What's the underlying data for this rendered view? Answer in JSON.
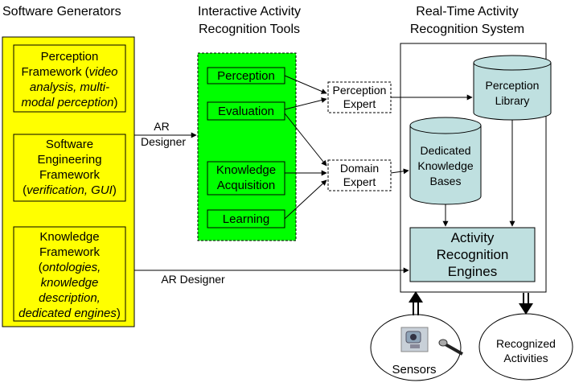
{
  "colors": {
    "software_generators_fill": "#ffff00",
    "tools_fill": "#00ff00",
    "engine_fill": "#bfe0e0",
    "cylinder_fill": "#bfe0e0"
  },
  "headers": {
    "software_generators": "Software Generators",
    "tools_line1": "Interactive Activity",
    "tools_line2": "Recognition Tools",
    "system_line1": "Real-Time Activity",
    "system_line2": "Recognition System"
  },
  "generators": {
    "perception": {
      "line1": "Perception",
      "line2": "Framework (",
      "line2_it": "video",
      "line3_it": "analysis, multi-",
      "line4_it": "modal perception",
      "line4_end": ")"
    },
    "software_eng": {
      "line1": "Software",
      "line2": "Engineering",
      "line3": "Framework",
      "line4_start": "(",
      "line4_it": "verification, GUI",
      "line4_end": ")"
    },
    "knowledge": {
      "line1": "Knowledge",
      "line2": "Framework",
      "line3_start": "(",
      "line3_it": "ontologies,",
      "line4_it": "knowledge",
      "line5_it": "description,",
      "line6_it": "dedicated engines",
      "line6_end": ")"
    }
  },
  "tools": {
    "perception": "Perception",
    "evaluation": "Evaluation",
    "knowledge_line1": "Knowledge",
    "knowledge_line2": "Acquisition",
    "learning": "Learning"
  },
  "experts": {
    "perception_line1": "Perception",
    "perception_line2": "Expert",
    "domain_line1": "Domain",
    "domain_line2": "Expert"
  },
  "system": {
    "perception_library_line1": "Perception",
    "perception_library_line2": "Library",
    "dkb_line1": "Dedicated",
    "dkb_line2": "Knowledge",
    "dkb_line3": "Bases",
    "engines_line1": "Activity",
    "engines_line2": "Recognition",
    "engines_line3": "Engines"
  },
  "labels": {
    "ar_designer_top_line1": "AR",
    "ar_designer_top_line2": "Designer",
    "ar_designer_bottom": "AR Designer"
  },
  "outputs": {
    "sensors": "Sensors",
    "recognized_line1": "Recognized",
    "recognized_line2": "Activities"
  }
}
